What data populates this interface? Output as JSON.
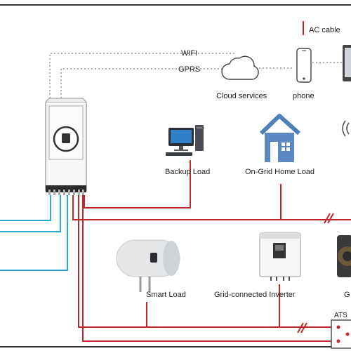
{
  "legend": {
    "ac_cable": "AC cable"
  },
  "links": {
    "wifi": "WIFI",
    "gprs": "GPRS"
  },
  "nodes": {
    "cloud": "Cloud services",
    "phone": "phone",
    "backup_load": "Backup Load",
    "on_grid_load": "On-Grid Home Load",
    "smart_load": "Smart Load",
    "grid_inverter": "Grid-connected Inverter",
    "generator_partial": "G",
    "ats": "ATS"
  },
  "colors": {
    "ac_cable": "#c0262c",
    "dc_cable": "#2aa7d8",
    "comm_line": "#777777",
    "frame": "#333333"
  }
}
